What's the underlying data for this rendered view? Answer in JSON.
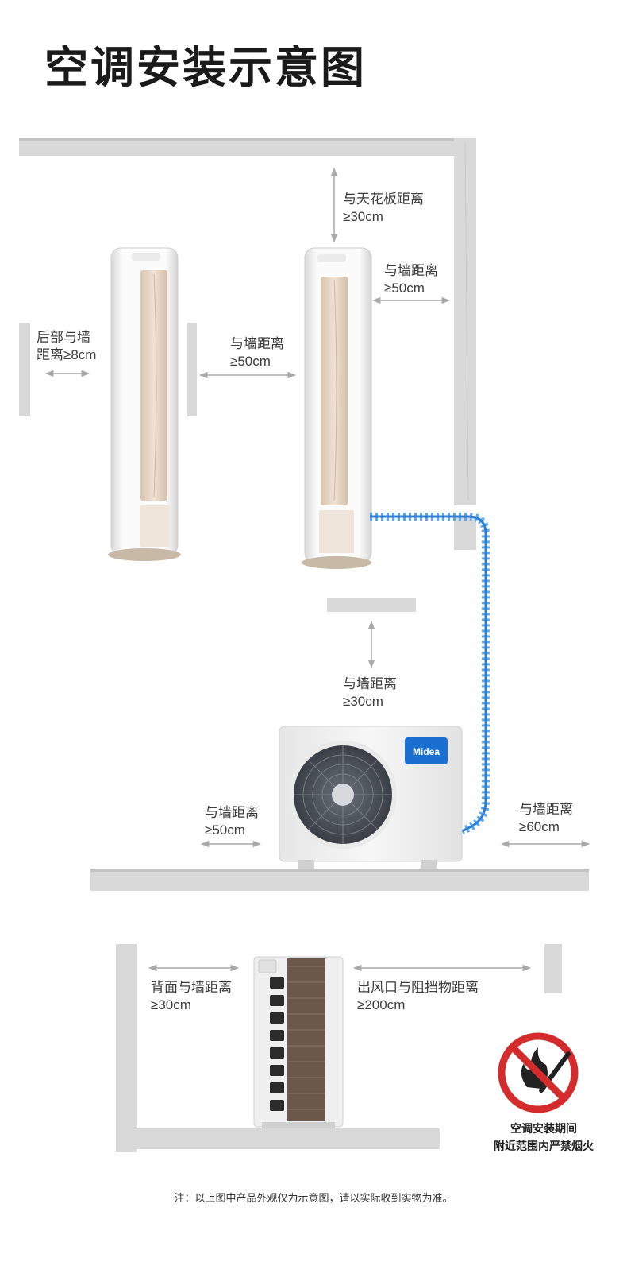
{
  "title": "空调安装示意图",
  "labels": {
    "ceiling_line1": "与天花板距离",
    "ceiling_line2": "≥30cm",
    "side_wall_line1": "与墙距离",
    "side_wall_line2": "≥50cm",
    "back_wall_line1": "后部与墙",
    "back_wall_line2": "距离≥8cm",
    "between_line1": "与墙距离",
    "between_line2": "≥50cm",
    "outdoor_top_line1": "与墙距离",
    "outdoor_top_line2": "≥30cm",
    "outdoor_left_line1": "与墙距离",
    "outdoor_left_line2": "≥50cm",
    "outdoor_right_line1": "与墙距离",
    "outdoor_right_line2": "≥60cm",
    "rear_line1": "背面与墙距离",
    "rear_line2": "≥30cm",
    "outlet_line1": "出风口与阻挡物距离",
    "outlet_line2": "≥200cm"
  },
  "brand": "Midea",
  "warning": {
    "line1": "空调安装期间",
    "line2": "附近范围内严禁烟火"
  },
  "footnote": "注：以上图中产品外观仅为示意图，请以实际收到实物为准。",
  "icons": {
    "arrow": "double-headed-arrow-icon",
    "no_fire": "no-open-flame-icon"
  },
  "colors": {
    "pipe": "#5aa8f0",
    "wall": "#d9d9d9",
    "sign_red": "#d42c2c",
    "brand_blue": "#1a6fd0",
    "panel_gold": "#e7d6c6"
  }
}
